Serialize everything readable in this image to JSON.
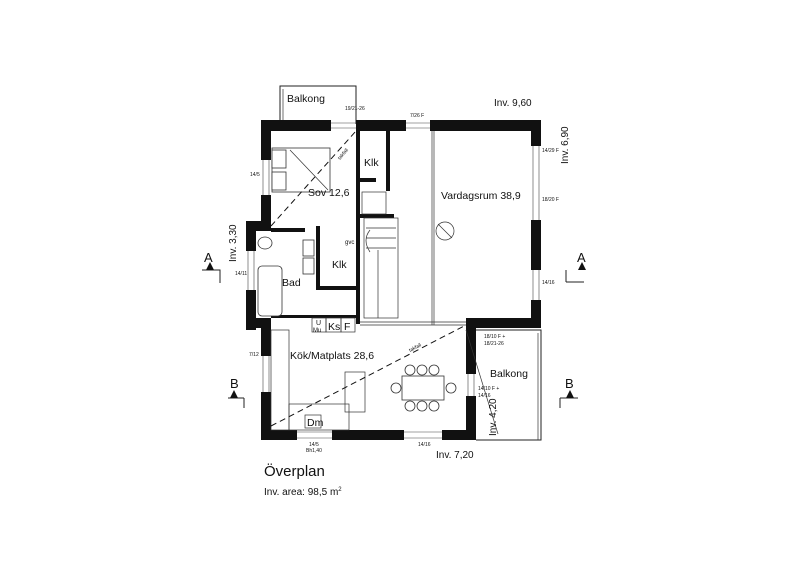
{
  "plan": {
    "title": "Överplan",
    "area_text": "Inv. area: 98,5 m",
    "area_sup": "2"
  },
  "rooms": {
    "balkong_top": "Balkong",
    "sov": "Sov 12,6",
    "klk_top": "Klk",
    "klk_bottom": "Klk",
    "gvc": "gvc",
    "bad": "Bad",
    "vardagsrum": "Vardagsrum 38,9",
    "kok": "Kök/Matplats 28,6",
    "balkong_right": "Balkong",
    "dm": "Dm",
    "ks": "Ks",
    "f": "F",
    "u": "U",
    "mu": "Mu"
  },
  "dimensions": {
    "inv_960": "Inv. 9,60",
    "inv_690": "Inv. 6,90",
    "inv_330": "Inv. 3,30",
    "inv_720": "Inv. 7,20",
    "inv_420": "Inv. 4,20"
  },
  "window_codes": {
    "w_1921_26": "19/21-26",
    "w_7_26": "7/26 F",
    "w_14_29": "14/29 F",
    "w_18_20": "18/20 F",
    "w_14_16_right": "14/16",
    "w_14_5_left": "14/5",
    "w_14_11": "14/11",
    "w_7_12": "7/12",
    "w_14_5_bottom": "14/5",
    "w_bh": "Bh1,40",
    "w_14_16_bottom": "14/16",
    "w_18_10a": "18/10 F +",
    "w_18_21": "18/21-26",
    "w_14_10": "14/10 F +",
    "w_14_16_balk": "14/16",
    "taklinje_1": "takfall",
    "taklinje_2": "takfall"
  },
  "sections": {
    "a_left": "A",
    "a_right": "A",
    "b_left": "B",
    "b_right": "B"
  }
}
